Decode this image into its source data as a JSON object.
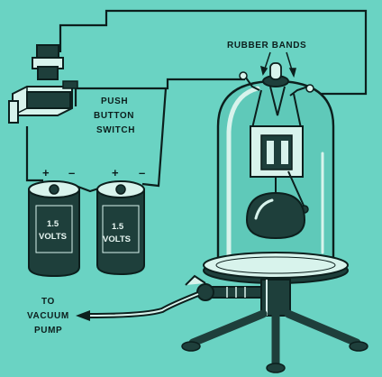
{
  "labels": {
    "rubber_bands": "RUBBER BANDS",
    "switch_line1": "PUSH",
    "switch_line2": "BUTTON",
    "switch_line3": "SWITCH",
    "pump_line1": "TO",
    "pump_line2": "VACUUM",
    "pump_line3": "PUMP"
  },
  "batteries": [
    {
      "voltage": "1.5",
      "unit": "VOLTS",
      "plus": "+",
      "minus": "–"
    },
    {
      "voltage": "1.5",
      "unit": "VOLTS",
      "plus": "+",
      "minus": "–"
    }
  ],
  "colors": {
    "background": "#6ad3c3",
    "ink": "#0c1f1d",
    "dark_fill": "#1e3f3b",
    "highlight": "#d8f3ec"
  }
}
